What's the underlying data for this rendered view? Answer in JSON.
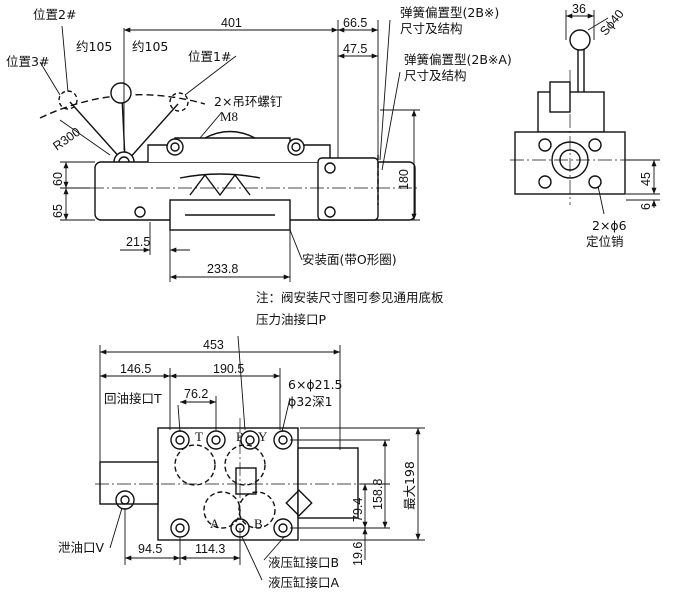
{
  "top_view": {
    "pos2": "位置2#",
    "pos3": "位置3#",
    "pos1": "位置1#",
    "ang_left": "约105",
    "ang_right": "约105",
    "radius": "R300",
    "bolt_line1": "2×吊环螺钉",
    "bolt_line2": "M8",
    "dim_401": "401",
    "dim_66_5": "66.5",
    "dim_47_5": "47.5",
    "dim_60": "60",
    "dim_65": "65",
    "dim_180": "180",
    "dim_21_5": "21.5",
    "dim_233_8": "233.8",
    "mount_face": "安装面(带O形圈)",
    "spring1_line1": "弹簧偏置型(2B※)",
    "spring1_line2": "尺寸及结构",
    "spring2_line1": "弹簧偏置型(2B※A)",
    "spring2_line2": "尺寸及结构"
  },
  "side_view": {
    "dim_36": "36",
    "sphere": "Sϕ40",
    "dim_45": "45",
    "dim_6": "6",
    "pin_line1": "2×ϕ6",
    "pin_line2": "定位销"
  },
  "bottom_view": {
    "note": "注：阀安装尺寸图可参见通用底板",
    "pressure_port": "压力油接口P",
    "dim_453": "453",
    "dim_146_5": "146.5",
    "dim_190_5": "190.5",
    "dim_76_2": "76.2",
    "holes_line1": "6×ϕ21.5",
    "holes_line2": "ϕ32深1",
    "return_port": "回油接口T",
    "port_T": "T",
    "port_P": "P",
    "port_Y": "Y",
    "port_A": "A",
    "port_B": "B",
    "dim_158_8": "158.8",
    "dim_79_4": "79.4",
    "dim_max198": "最大198",
    "dim_19_6": "19.6",
    "dim_94_5": "94.5",
    "dim_114_3": "114.3",
    "drain_port": "泄油口V",
    "cyl_B": "液压缸接口B",
    "cyl_A": "液压缸接口A"
  }
}
